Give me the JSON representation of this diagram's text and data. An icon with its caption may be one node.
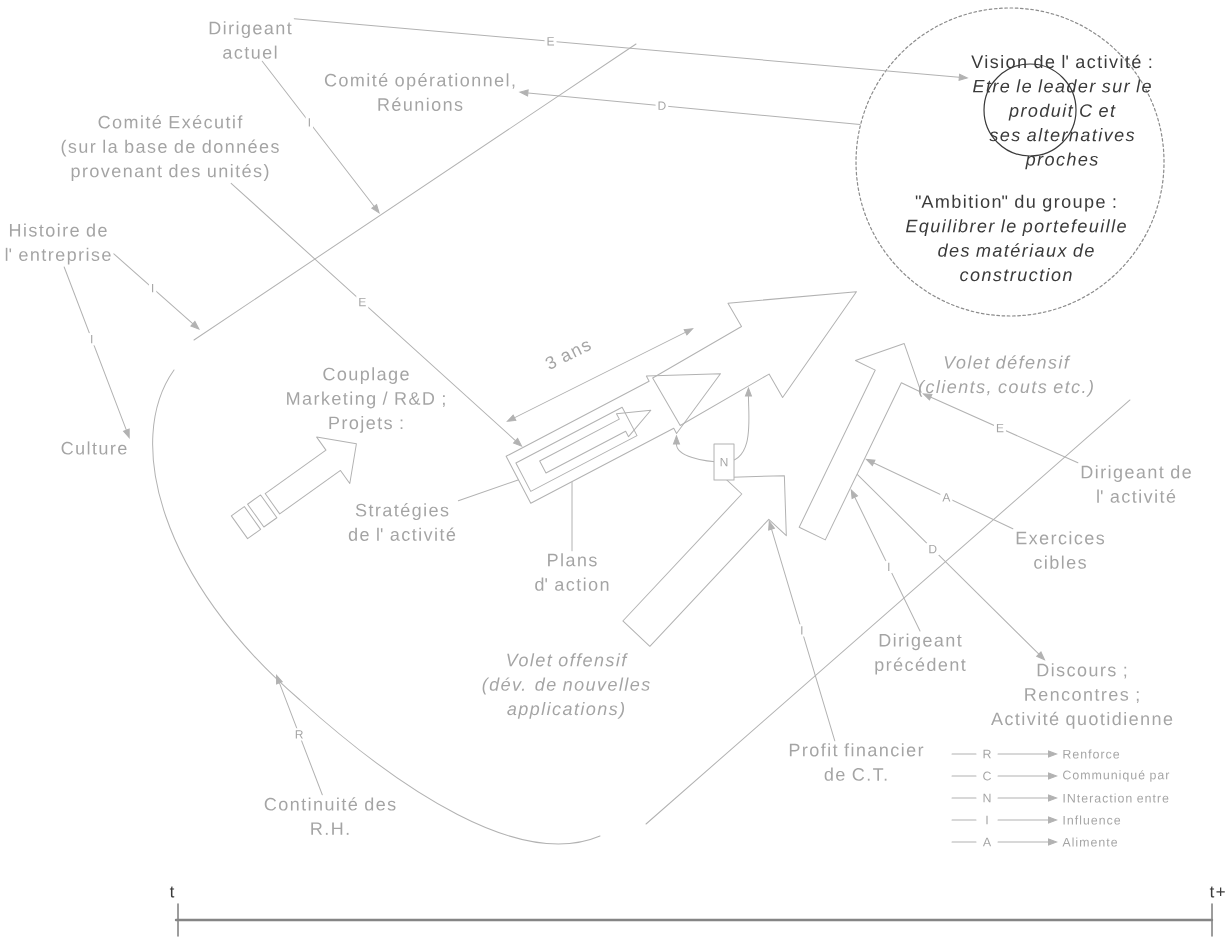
{
  "diagram": {
    "nodes": [
      {
        "text": [
          "Dirigeant actuel"
        ]
      },
      {
        "text": [
          "Comité opérationnel, Réunions"
        ]
      },
      {
        "text": [],
        "shape": "circle"
      },
      {
        "text": [
          "Vision de l' activité :",
          "Etre le leader sur le produit C et ses alternatives proches"
        ],
        "in": 2
      },
      {
        "text": [
          "\"Ambition\" du groupe :",
          "Equilibrer le portefeuille des matériaux de construction"
        ],
        "in": 2
      },
      {
        "text": [
          "Comité Exécutif (sur la base de données provenant des unités)"
        ]
      },
      {
        "text": [
          "Histoire de l' entreprise"
        ]
      },
      {
        "text": [
          "Culture"
        ]
      },
      {
        "text": [],
        "shape": "arrow",
        "beside": [
          "Couplage Marketing / R&D ; Projets :"
        ]
      },
      {
        "text": [],
        "shape": "arrow"
      },
      {
        "text": [],
        "shape": "arrow",
        "beside": [
          "3 ans"
        ]
      },
      {
        "text": [
          "Stratégies de l' activité"
        ]
      },
      {
        "text": [
          "Plans d' action"
        ]
      },
      {
        "text": [],
        "shape": "arrow",
        "beside": [
          "Volet défensif (clients, couts etc.)"
        ]
      },
      {
        "text": [],
        "shape": "arrow",
        "beside": [
          "Volet offensif (dév. de nouvelles applications)"
        ]
      },
      {
        "text": [
          "Dirigeant de l' activité"
        ]
      },
      {
        "text": [
          "Exercices cibles"
        ]
      },
      {
        "text": [
          "Dirigeant précédent"
        ]
      },
      {
        "text": [
          "Discours ; Rencontres ; Activité quotidienne"
        ]
      },
      {
        "text": [
          "Profit financier de C.T."
        ]
      },
      {
        "text": [
          "Continuité des R.H."
        ]
      }
    ],
    "edges": [
      {
        "from": 0,
        "to": 3,
        "arrow": "to",
        "label": "E"
      },
      {
        "from": 0,
        "to": null,
        "arrow": "to",
        "label": "I"
      },
      {
        "from": 2,
        "to": 1,
        "arrow": "to",
        "label": "D"
      },
      {
        "from": 5,
        "to": 10,
        "arrow": "to",
        "label": "E"
      },
      {
        "from": 6,
        "to": null,
        "arrow": "to",
        "label": "I"
      },
      {
        "from": 6,
        "to": 7,
        "arrow": "to",
        "label": "I"
      },
      {
        "from": 11,
        "to": 10,
        "arrow": "none"
      },
      {
        "from": 12,
        "to": 10,
        "arrow": "none"
      },
      {
        "from": 10,
        "to": 9,
        "arrow": "both",
        "label": "N"
      },
      {
        "from": 19,
        "to": 14,
        "arrow": "to",
        "label": "I"
      },
      {
        "from": 17,
        "to": 13,
        "arrow": "to",
        "label": "I"
      },
      {
        "from": 16,
        "to": 13,
        "arrow": "to",
        "label": "A"
      },
      {
        "from": 13,
        "to": 18,
        "arrow": "to",
        "label": "D"
      },
      {
        "from": 15,
        "to": 13,
        "arrow": "to",
        "label": "E"
      },
      {
        "from": 20,
        "to": null,
        "arrow": "to",
        "label": "R"
      }
    ],
    "labels": [
      "R",
      "C",
      "N",
      "I",
      "A",
      "t",
      "t+"
    ],
    "legend": [
      {
        "text": "Renforce"
      },
      {
        "text": "Communiqué par"
      },
      {
        "text": "INteraction entre"
      },
      {
        "text": "Influence"
      },
      {
        "text": "Alimente"
      }
    ]
  }
}
